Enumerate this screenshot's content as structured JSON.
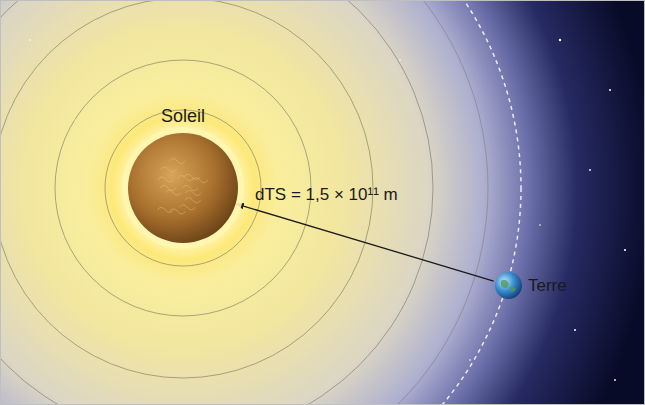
{
  "diagram": {
    "nodes": [
      {
        "text": [
          "Soleil"
        ]
      },
      {
        "text": [
          "Terre"
        ]
      }
    ],
    "edges": [
      {
        "from": 1,
        "to": 0,
        "arrow": "to",
        "label": "dTS = 1,5 × 10¹¹ m"
      }
    ]
  }
}
